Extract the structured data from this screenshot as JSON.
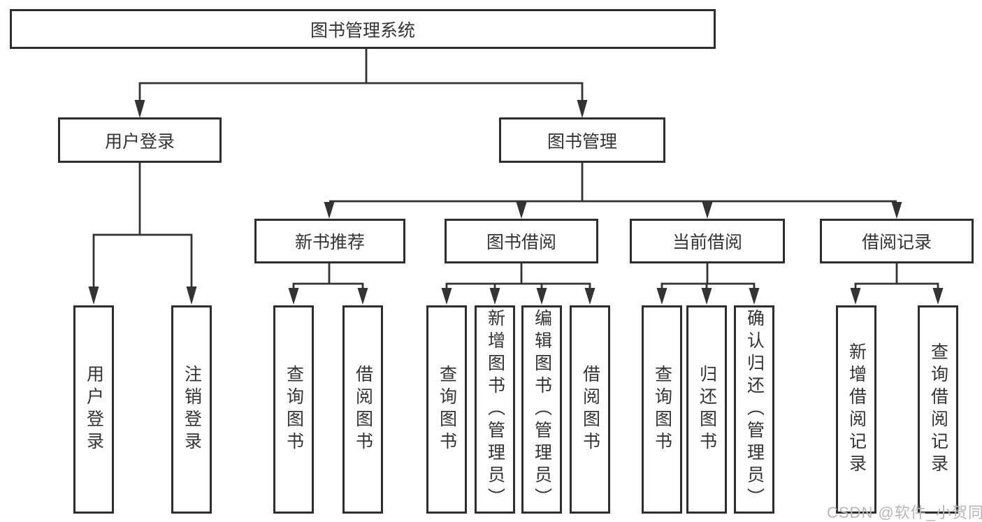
{
  "tree": {
    "root": {
      "label": "图书管理系统",
      "children": [
        {
          "label": "用户登录",
          "children": [
            {
              "label": "用户登录"
            },
            {
              "label": "注销登录"
            }
          ]
        },
        {
          "label": "图书管理",
          "children": [
            {
              "label": "新书推荐",
              "children": [
                {
                  "label": "查询图书"
                },
                {
                  "label": "借阅图书"
                }
              ]
            },
            {
              "label": "图书借阅",
              "children": [
                {
                  "label": "查询图书"
                },
                {
                  "label": "新增图书（管理员）"
                },
                {
                  "label": "编辑图书（管理员）"
                },
                {
                  "label": "借阅图书"
                }
              ]
            },
            {
              "label": "当前借阅",
              "children": [
                {
                  "label": "查询图书"
                },
                {
                  "label": "归还图书"
                },
                {
                  "label": "确认归还（管理员）"
                }
              ]
            },
            {
              "label": "借阅记录",
              "children": [
                {
                  "label": "新增借阅记录"
                },
                {
                  "label": "查询借阅记录"
                }
              ]
            }
          ]
        }
      ]
    }
  },
  "watermark": {
    "text": "CSDN @软件_小贺同学"
  },
  "colors": {
    "line": "#333333",
    "box_border": "#2e2e2e",
    "text": "#333333",
    "background": "#ffffff",
    "watermark": "#b6b6ba"
  }
}
